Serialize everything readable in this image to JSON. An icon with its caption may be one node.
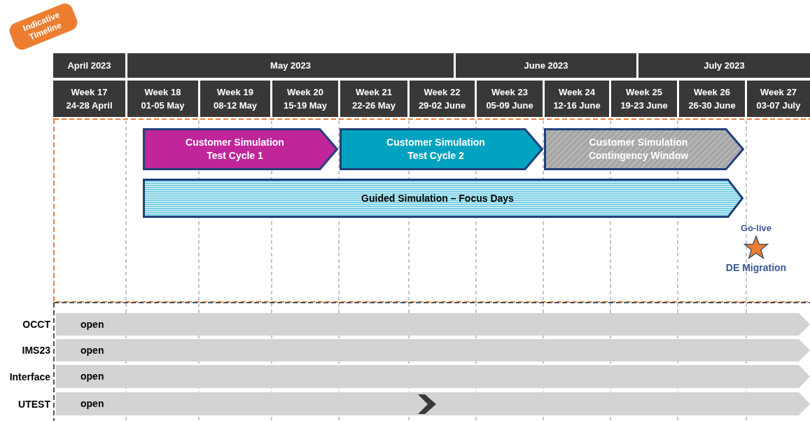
{
  "diagram": {
    "nodes": [
      {
        "text": [
          "Indicative Timeline"
        ]
      },
      {
        "text": [
          "April 2023"
        ]
      },
      {
        "text": [
          "May 2023"
        ]
      },
      {
        "text": [
          "June 2023"
        ]
      },
      {
        "text": [
          "July 2023"
        ]
      },
      {
        "text": [
          "Week 17 24-28 April"
        ]
      },
      {
        "text": [
          "Week 18 01-05 May"
        ]
      },
      {
        "text": [
          "Week 19 08-12 May"
        ]
      },
      {
        "text": [
          "Week 20 15-19 May"
        ]
      },
      {
        "text": [
          "Week 21 22-26 May"
        ]
      },
      {
        "text": [
          "Week 22 29-02 June"
        ]
      },
      {
        "text": [
          "Week 23 05-09 June"
        ]
      },
      {
        "text": [
          "Week 24 12-16 June"
        ]
      },
      {
        "text": [
          "Week 25 19-23 June"
        ]
      },
      {
        "text": [
          "Week 26 26-30 June"
        ]
      },
      {
        "text": [
          "Week 27 03-07 July"
        ]
      },
      {
        "text": [
          "Customer Simulation Test Cycle 1"
        ]
      },
      {
        "text": [
          "Customer Simulation Test Cycle 2"
        ]
      },
      {
        "text": [
          "Customer Simulation Contingency Window"
        ]
      },
      {
        "text": [
          "Guided Simulation – Focus Days"
        ]
      },
      {
        "text": [],
        "shape": "star",
        "beside": [
          "Go-live",
          "DE Migration"
        ]
      },
      {
        "text": [
          "open"
        ],
        "beside": [
          "OCCT"
        ]
      },
      {
        "text": [
          "open"
        ],
        "beside": [
          "IMS23"
        ]
      },
      {
        "text": [
          "open"
        ],
        "beside": [
          "Interface"
        ]
      },
      {
        "text": [
          "open"
        ],
        "beside": [
          "UTEST"
        ]
      }
    ],
    "edges": []
  }
}
